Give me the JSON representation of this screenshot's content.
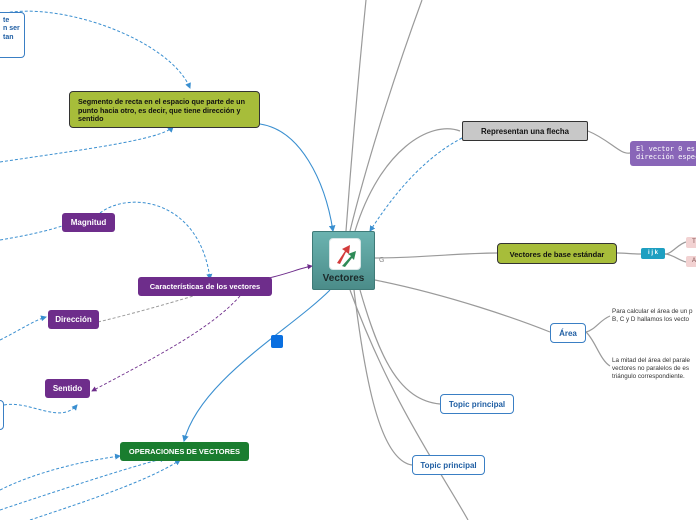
{
  "central": {
    "title": "Vectores",
    "icon": "vector-arrows-icon"
  },
  "definition": "Segmento de recta en el espacio que parte de un punto hacia otro, es decir, que tiene dirección y sentido",
  "partial_note": {
    "line1": "te",
    "line2": "n ser",
    "line3": "tan"
  },
  "representation": "Representan una flecha",
  "zero_vector": {
    "line1": "El vector 0 es",
    "line2": "dirección espec"
  },
  "characteristics": "Características de los vectores",
  "magnitude": "Magnitud",
  "direction": "Dirección",
  "sense": "Sentido",
  "operations": "OPERACIONES DE VECTORES",
  "standard_basis": "Vectores de base estándar",
  "basis_tag": "i j k",
  "basis_sub": {
    "a": "T",
    "b": "A"
  },
  "area": "Área",
  "area_note1": {
    "line1": "Para calcular el área de un p",
    "line2": "B, C y D hallamos los vecto"
  },
  "area_note2": {
    "line1": "La mitad del área del parale",
    "line2": "vectores no paralelos de es",
    "line3": "triángulo correspondiente."
  },
  "topic1": "Topic principal",
  "topic2": "Topic principal",
  "colors": {
    "central": "#5aa19e",
    "olive": "#a7bd3a",
    "purple": "#6e2d8b",
    "green": "#1a7d2f",
    "blue": "#3a7fc4",
    "lavender": "#8966b8",
    "gray_line": "#9a9a9a"
  }
}
